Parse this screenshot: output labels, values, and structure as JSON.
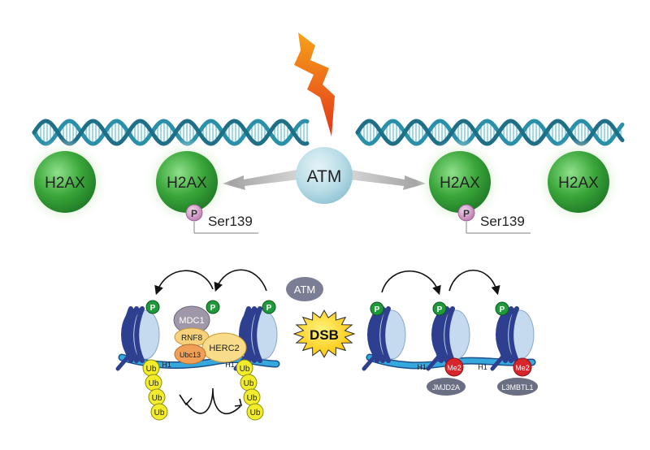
{
  "top": {
    "atm_label": "ATM",
    "h2ax_label": "H2AX",
    "phospho_label": "P",
    "site_label": "Ser139"
  },
  "bottom": {
    "atm_label": "ATM",
    "dsb_label": "DSB",
    "phospho_label": "P",
    "mdc1_label": "MDC1",
    "rnf8_label": "RNF8",
    "ubc13_label": "Ubc13",
    "herc2_label": "HERC2",
    "h1_label": "H1",
    "ub_label": "Ub",
    "me2_label": "Me2",
    "jmjd2a_label": "JMJD2A",
    "l3mbtl1_label": "L3MBTL1"
  },
  "colors": {
    "dna_backbone": "#2a8fa8",
    "dna_rung": "#7cc8dc",
    "h2ax_green": "#3aa63a",
    "atm_blue": "#b9dde7",
    "lightning_orange": "#f05a1a",
    "phospho_pink": "#d49ac8",
    "phospho_green": "#1f9a3a",
    "nucleosome_blue": "#2f3f8f",
    "histone_core": "#c5d9ef",
    "mdc1_grey": "#a098a8",
    "rnf8_yellow": "#f7d27a",
    "ubc13_orange": "#f0a056",
    "herc2_yellow": "#f8dc8a",
    "ub_yellow": "#f2ec2a",
    "me2_red": "#d8252b",
    "reader_grey": "#6b6f84",
    "dsb_yellow": "#ffd21f",
    "h1_blue": "#35a9dd"
  }
}
